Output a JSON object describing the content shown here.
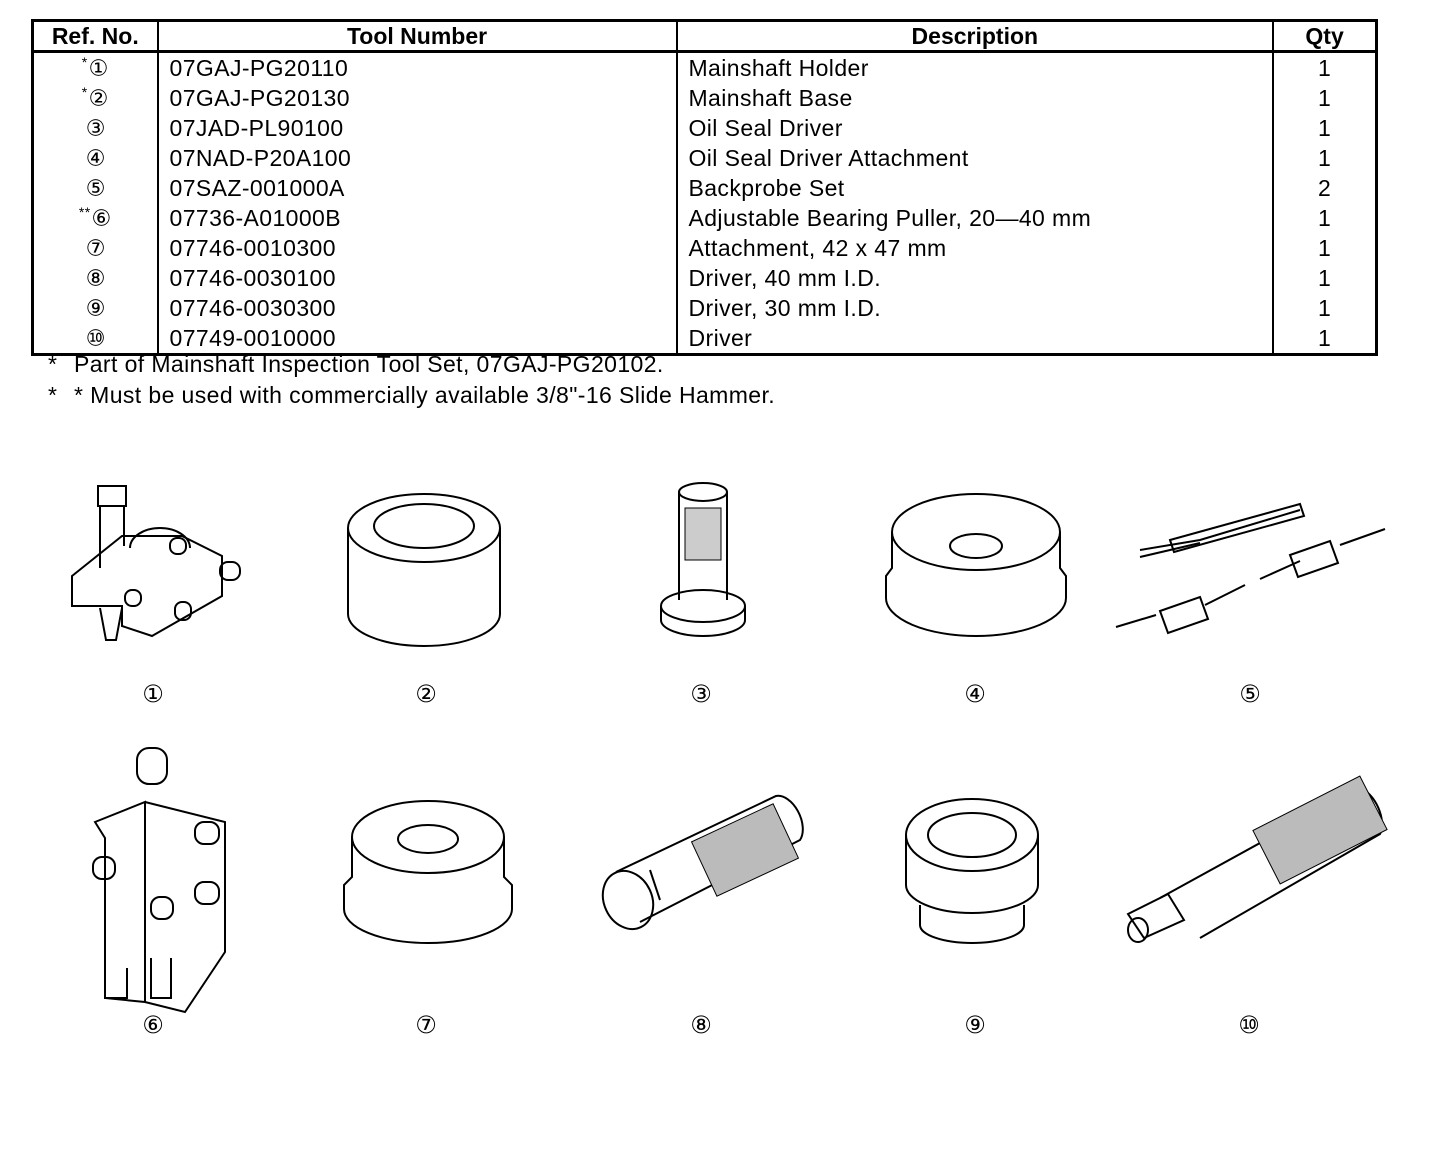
{
  "table": {
    "headers": {
      "ref": "Ref. No.",
      "tool": "Tool Number",
      "desc": "Description",
      "qty": "Qty"
    },
    "rows": [
      {
        "mark": "*",
        "ref": "①",
        "tool": "07GAJ-PG20110",
        "desc": "Mainshaft Holder",
        "qty": "1"
      },
      {
        "mark": "*",
        "ref": "②",
        "tool": "07GAJ-PG20130",
        "desc": "Mainshaft Base",
        "qty": "1"
      },
      {
        "mark": "",
        "ref": "③",
        "tool": "07JAD-PL90100",
        "desc": "Oil Seal Driver",
        "qty": "1"
      },
      {
        "mark": "",
        "ref": "④",
        "tool": "07NAD-P20A100",
        "desc": "Oil Seal Driver Attachment",
        "qty": "1"
      },
      {
        "mark": "",
        "ref": "⑤",
        "tool": "07SAZ-001000A",
        "desc": "Backprobe Set",
        "qty": "2"
      },
      {
        "mark": "**",
        "ref": "⑥",
        "tool": "07736-A01000B",
        "desc": "Adjustable Bearing Puller, 20—40 mm",
        "qty": "1"
      },
      {
        "mark": "",
        "ref": "⑦",
        "tool": "07746-0010300",
        "desc": "Attachment, 42 x 47 mm",
        "qty": "1"
      },
      {
        "mark": "",
        "ref": "⑧",
        "tool": "07746-0030100",
        "desc": "Driver, 40 mm I.D.",
        "qty": "1"
      },
      {
        "mark": "",
        "ref": "⑨",
        "tool": "07746-0030300",
        "desc": "Driver, 30 mm I.D.",
        "qty": "1"
      },
      {
        "mark": "",
        "ref": "⑩",
        "tool": "07749-0010000",
        "desc": "Driver",
        "qty": "1"
      }
    ]
  },
  "notes": [
    {
      "mark": "*",
      "text": "Part of Mainshaft Inspection Tool Set, 07GAJ-PG20102."
    },
    {
      "mark": "*",
      "text": "* Must be used with commercially available 3/8\"-16 Slide Hammer."
    }
  ],
  "figures": [
    {
      "label": "①",
      "icon": "mainshaft-holder-icon"
    },
    {
      "label": "②",
      "icon": "mainshaft-base-icon"
    },
    {
      "label": "③",
      "icon": "oil-seal-driver-icon"
    },
    {
      "label": "④",
      "icon": "oil-seal-driver-attachment-icon"
    },
    {
      "label": "⑤",
      "icon": "backprobe-set-icon"
    },
    {
      "label": "⑥",
      "icon": "bearing-puller-icon"
    },
    {
      "label": "⑦",
      "icon": "attachment-icon"
    },
    {
      "label": "⑧",
      "icon": "driver-40mm-icon"
    },
    {
      "label": "⑨",
      "icon": "driver-30mm-icon"
    },
    {
      "label": "⑩",
      "icon": "driver-icon"
    }
  ]
}
